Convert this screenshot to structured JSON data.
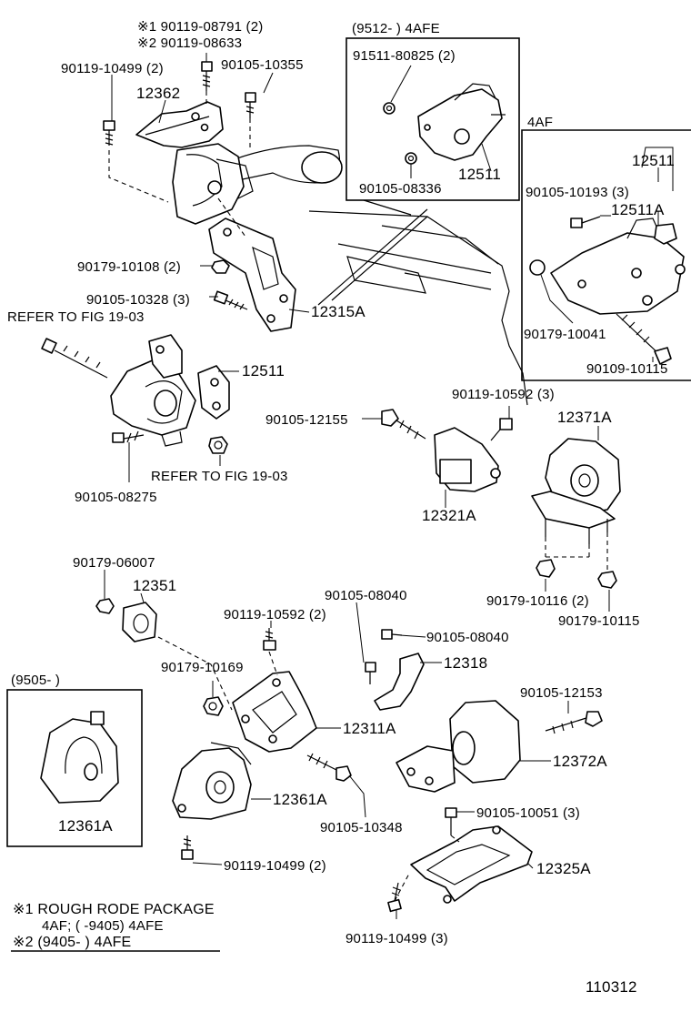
{
  "labels": {
    "note1_callout": "※1 90119-08791 (2)",
    "note2_callout": "※2 90119-08633",
    "p_90119_10499_top": "90119-10499 (2)",
    "p_90105_10355": "90105-10355",
    "p_12362": "12362",
    "box1_title": "(9512-       ) 4AFE",
    "p_91511_80825": "91511-80825 (2)",
    "p_12511_box1": "12511",
    "p_90105_08336": "90105-08336",
    "box2_title": "4AF",
    "p_12511_box2": "12511",
    "p_90105_10193": "90105-10193 (3)",
    "p_12511A": "12511A",
    "p_90179_10041": "90179-10041",
    "p_90109_10115": "90109-10115",
    "p_90179_10108": "90179-10108 (2)",
    "p_90105_10328": "90105-10328 (3)",
    "p_12315A": "12315A",
    "refer_top": "REFER TO FIG 19-03",
    "p_12511_mid": "12511",
    "p_90119_10592_mid": "90119-10592 (3)",
    "p_90105_12155": "90105-12155",
    "p_12371A": "12371A",
    "refer_bottom": "REFER TO FIG 19-03",
    "p_90105_08275": "90105-08275",
    "p_12321A": "12321A",
    "p_90179_06007": "90179-06007",
    "p_12351": "12351",
    "p_90105_08040_top": "90105-08040",
    "p_90119_10592_low": "90119-10592 (2)",
    "p_90105_08040_right": "90105-08040",
    "p_90179_10116": "90179-10116 (2)",
    "p_90179_10115": "90179-10115",
    "p_90179_10169": "90179-10169",
    "p_12318": "12318",
    "p_90105_12153": "90105-12153",
    "box3_title": "(9505-        )",
    "p_12311A": "12311A",
    "p_12372A": "12372A",
    "p_12361A_box": "12361A",
    "p_12361A": "12361A",
    "p_90105_10348": "90105-10348",
    "p_90105_10051": "90105-10051 (3)",
    "p_12325A": "12325A",
    "p_90119_10499_bottom": "90119-10499 (2)",
    "p_90119_10499_3": "90119-10499 (3)",
    "legend_1": "※1 ROUGH RODE PACKAGE",
    "legend_1b": "4AF; (          -9405) 4AFE",
    "legend_2": "※2 (9405-          ) 4AFE",
    "figure_number": "110312"
  }
}
